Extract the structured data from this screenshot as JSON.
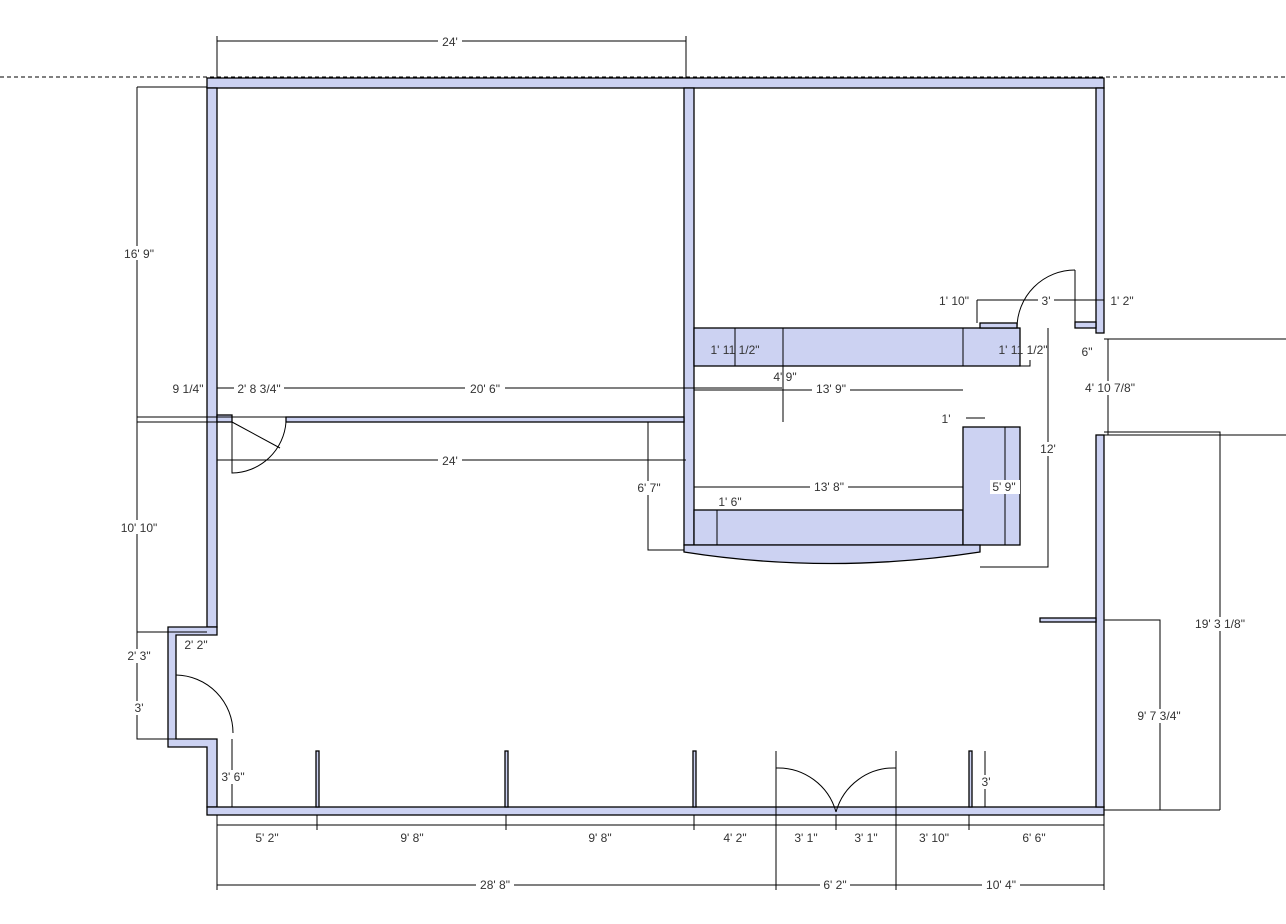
{
  "title": "Floor plan",
  "colors": {
    "wall_fill": "#ccd2f2",
    "line": "#000000"
  },
  "dimensions": [
    "24'",
    "16' 9\"",
    "9 1/4\"",
    "2' 8 3/4\"",
    "20' 6\"",
    "24'",
    "10' 10\"",
    "2' 2\"",
    "2' 3\"",
    "3'",
    "3' 6\"",
    "5' 2\"",
    "9' 8\"",
    "9' 8\"",
    "4' 2\"",
    "3' 1\"",
    "3' 1\"",
    "3' 10\"",
    "6' 6\"",
    "28' 8\"",
    "6' 2\"",
    "10' 4\"",
    "1' 10\"",
    "3'",
    "1' 2\"",
    "1' 11 1/2\"",
    "1' 11 1/2\"",
    "6\"",
    "4' 9\"",
    "13' 9\"",
    "4' 10 7/8\"",
    "1'",
    "12'",
    "6' 7\"",
    "13' 8\"",
    "5' 9\"",
    "1' 6\"",
    "19' 3 1/8\"",
    "9' 7 3/4\"",
    "3'"
  ]
}
